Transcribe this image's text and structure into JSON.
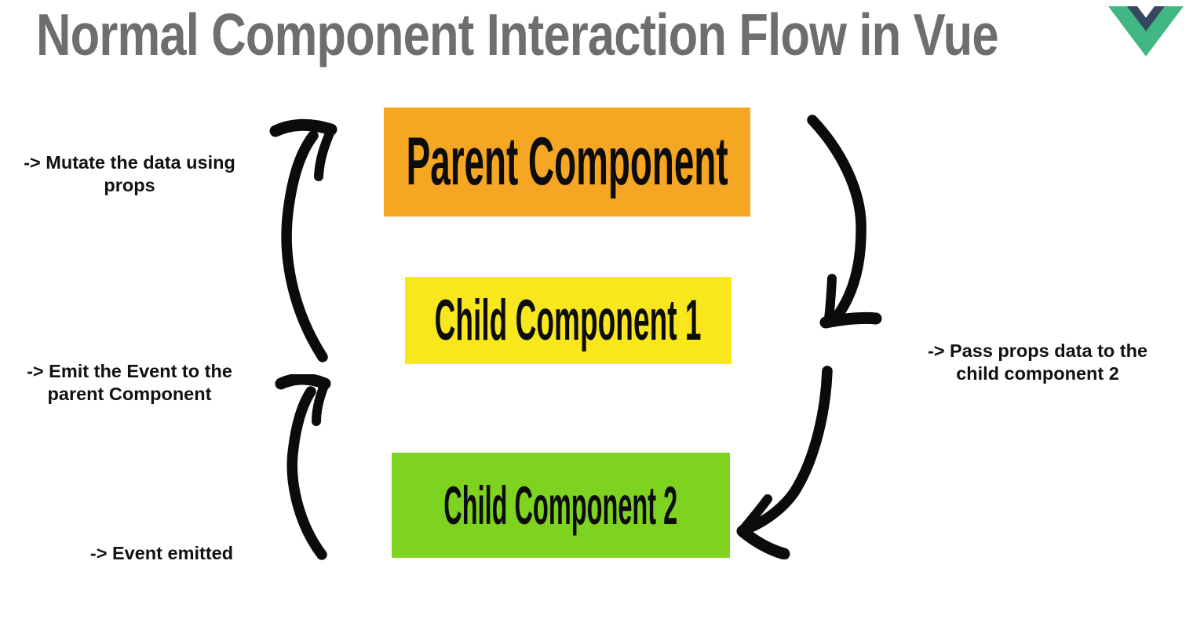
{
  "header": {
    "title": "Normal Component Interaction Flow in Vue",
    "logo_icon": "vue-logo-icon",
    "colors": {
      "title_gray": "#6e6e6e",
      "vue_green": "#41b883",
      "vue_navy": "#35495e"
    }
  },
  "diagram": {
    "boxes": {
      "parent": {
        "label": "Parent Component",
        "color": "#f5a623"
      },
      "child1": {
        "label": "Child Component 1",
        "color": "#f8e71c"
      },
      "child2": {
        "label": "Child Component 2",
        "color": "#7ed321"
      }
    },
    "labels": {
      "mutate": {
        "line1": "-> Mutate the data using",
        "line2": "props"
      },
      "emit": {
        "line1": "-> Emit the Event to the",
        "line2": "parent Component"
      },
      "emitted": {
        "line1": "-> Event emitted"
      },
      "pass": {
        "line1": "-> Pass props data to the",
        "line2": "child component 2"
      }
    },
    "arrows": {
      "color": "#0b0b0b",
      "items": [
        {
          "id": "child1-to-parent",
          "side": "left",
          "direction": "up"
        },
        {
          "id": "child2-to-child1",
          "side": "left",
          "direction": "up"
        },
        {
          "id": "parent-to-child1",
          "side": "right",
          "direction": "down"
        },
        {
          "id": "child1-to-child2",
          "side": "right",
          "direction": "down"
        }
      ]
    }
  }
}
